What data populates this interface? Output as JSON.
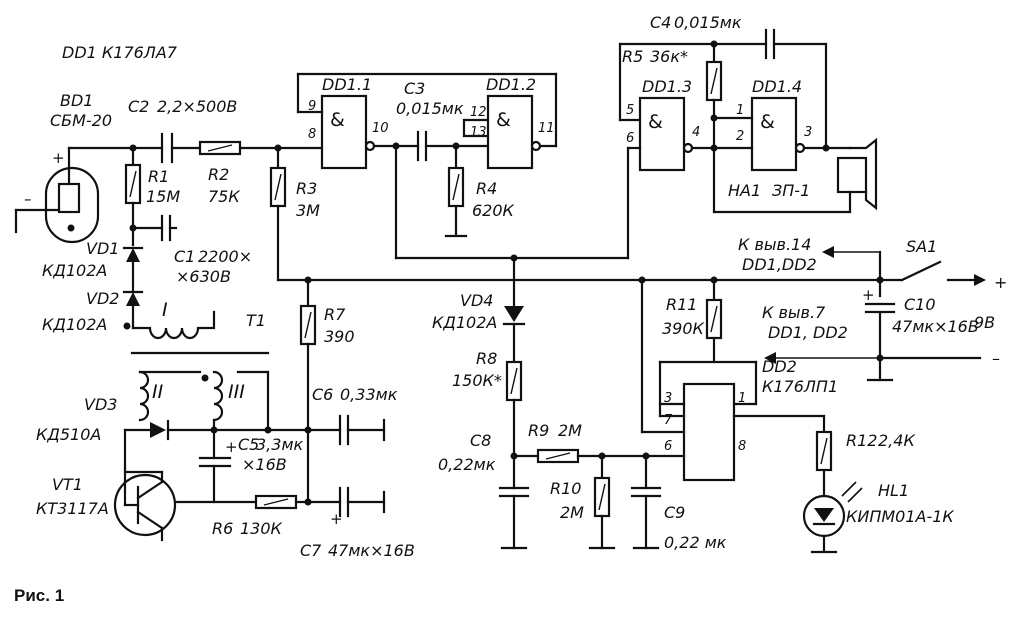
{
  "title": "DD1 К176ЛА7",
  "caption": "Рис. 1",
  "power_text": {
    "plus": "+",
    "minus": "–",
    "voltage": "9В"
  },
  "components": {
    "BD1": {
      "ref": "BD1",
      "value": "СБМ-20"
    },
    "C2": {
      "ref": "C2",
      "value": "2,2×500В"
    },
    "R2": {
      "ref": "R2",
      "value": "75К"
    },
    "R1": {
      "ref": "R1",
      "value": "15М"
    },
    "C1": {
      "ref": "C1",
      "value": "2200×",
      "value2": "×630В"
    },
    "VD1": {
      "ref": "VD1",
      "value": "КД102А"
    },
    "VD2": {
      "ref": "VD2",
      "value": "КД102А"
    },
    "T1": {
      "ref": "T1",
      "w1": "I",
      "w2": "II",
      "w3": "III"
    },
    "R3": {
      "ref": "R3",
      "value": "3М"
    },
    "R7": {
      "ref": "R7",
      "value": "390"
    },
    "VD3": {
      "ref": "VD3",
      "value": "КД510А"
    },
    "C5": {
      "ref": "C5",
      "value": "3,3мк",
      "value2": "×16В"
    },
    "VT1": {
      "ref": "VT1",
      "value": "КТ3117А"
    },
    "R6": {
      "ref": "R6",
      "value": "130К"
    },
    "C6": {
      "ref": "C6",
      "value": "0,33мк"
    },
    "C7": {
      "ref": "C7",
      "value": "47мк×16В"
    },
    "DD11": {
      "ref": "DD1.1",
      "p9": "9",
      "p8": "8",
      "p10": "10"
    },
    "C3": {
      "ref": "C3",
      "value": "0,015мк"
    },
    "DD12": {
      "ref": "DD1.2",
      "p12": "12",
      "p13": "13",
      "p11": "11"
    },
    "R4": {
      "ref": "R4",
      "value": "620К"
    },
    "C4": {
      "ref": "C4",
      "value": "0,015мк"
    },
    "R5": {
      "ref": "R5",
      "value": "36к*"
    },
    "DD13": {
      "ref": "DD1.3",
      "p5": "5",
      "p6": "6",
      "p4": "4"
    },
    "DD14": {
      "ref": "DD1.4",
      "p1": "1",
      "p2": "2",
      "p3": "3"
    },
    "HA1": {
      "ref": "НА1",
      "value": "ЗП-1"
    },
    "VD4": {
      "ref": "VD4",
      "value": "КД102А"
    },
    "R8": {
      "ref": "R8",
      "value": "150К*"
    },
    "C8": {
      "ref": "C8",
      "value": "0,22мк"
    },
    "R9": {
      "ref": "R9",
      "value": "2М"
    },
    "R10": {
      "ref": "R10",
      "value": "2М"
    },
    "C9": {
      "ref": "C9",
      "value": "0,22 мк"
    },
    "R11": {
      "ref": "R11",
      "value": "390К"
    },
    "DD2": {
      "ref": "DD2",
      "value": "К176ЛП1",
      "p3": "3",
      "p1": "1",
      "p7": "7",
      "p6": "6",
      "p8": "8"
    },
    "R12": {
      "ref": "R12",
      "value": "2,4К"
    },
    "HL1": {
      "ref": "HL1",
      "value": "КИПМ01А-1К"
    },
    "SA1": {
      "ref": "SA1"
    },
    "C10": {
      "ref": "C10",
      "value": "47мк×16В"
    }
  },
  "notes": {
    "pin14_line1": "К выв.14",
    "pin14_line2": "DD1,DD2",
    "pin7_line1": "К выв.7",
    "pin7_line2": "DD1, DD2"
  },
  "gate_symbol": "&"
}
